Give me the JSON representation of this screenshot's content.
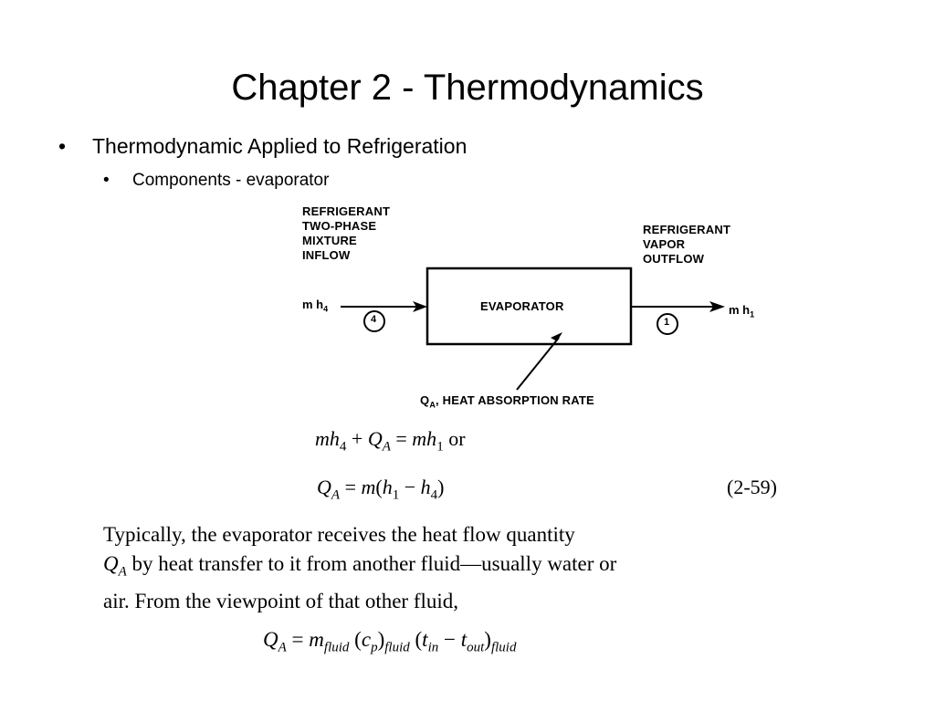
{
  "slide": {
    "title": "Chapter 2 - Thermodynamics",
    "bullets": [
      {
        "marker": "•",
        "text": "Thermodynamic Applied to Refrigeration"
      },
      {
        "marker": "•",
        "text": "Components - evaporator"
      }
    ]
  },
  "diagram": {
    "inflow_label": [
      "REFRIGERANT",
      "TWO-PHASE",
      "MIXTURE",
      "INFLOW"
    ],
    "outflow_label": [
      "REFRIGERANT",
      "VAPOR",
      "OUTFLOW"
    ],
    "box_label": "EVAPORATOR",
    "inflow_state": "m h",
    "inflow_sub": "4",
    "outflow_state": "m h",
    "outflow_sub": "1",
    "node_in": "4",
    "node_out": "1",
    "heat_label_q": "Q",
    "heat_label_sub": "A",
    "heat_label_text": ", HEAT ABSORPTION RATE"
  },
  "equations": {
    "eq1_tail": "or",
    "eq_number": "(2-59)"
  },
  "paragraph": {
    "line1": "Typically, the evaporator receives the heat flow quantity",
    "line2_tail": " by heat transfer to it from another fluid—usually water or",
    "line3": "air. From the viewpoint of that other fluid,"
  }
}
